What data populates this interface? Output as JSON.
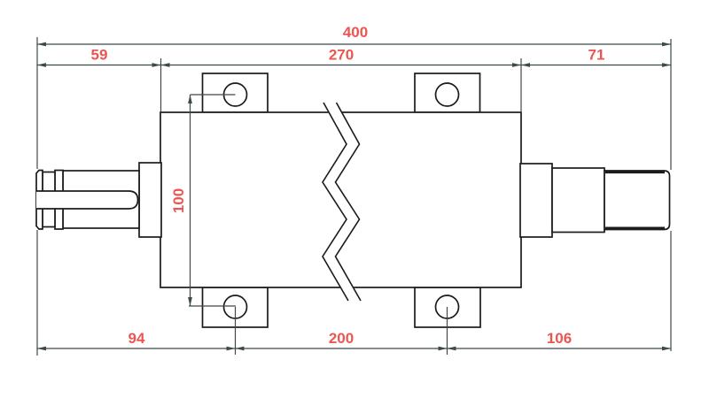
{
  "drawing": {
    "type": "mechanical-dimension-drawing",
    "dimension_labels": {
      "overall": "400",
      "top_left": "59",
      "top_middle": "270",
      "top_right": "71",
      "vertical_hole_spacing": "100",
      "bottom_left": "94",
      "bottom_middle": "200",
      "bottom_right": "106"
    },
    "colors": {
      "background": "#ffffff",
      "part_outline": "#1b1b1b",
      "dimension_lines": "#3c4b49",
      "dimension_text": "#ec5552"
    }
  }
}
